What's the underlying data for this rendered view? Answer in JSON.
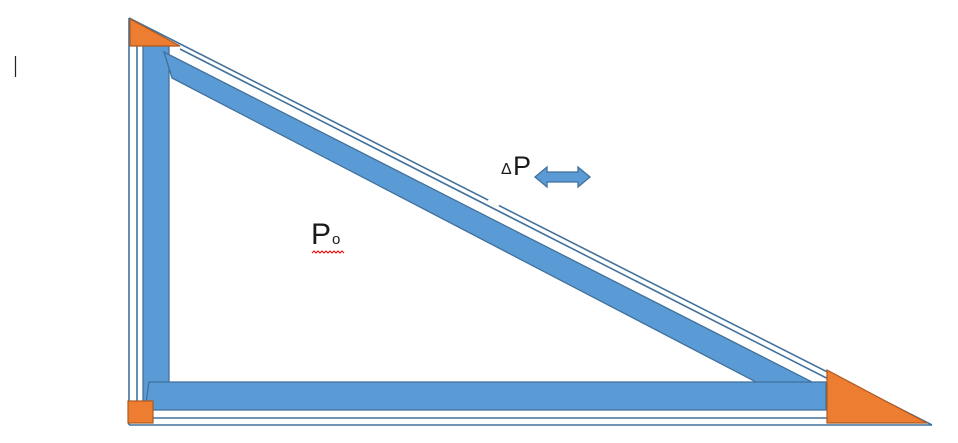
{
  "diagram": {
    "labels": {
      "delta_symbol": "Δ",
      "delta_p_letter": "P",
      "p_letter": "P",
      "p_subscript": "o"
    },
    "colors": {
      "beam_fill": "#5b9bd5",
      "beam_stroke": "#41719c",
      "corner_fill": "#ed7d31",
      "corner_stroke": "#ae5a21",
      "outline": "#41719c",
      "text": "#1a1a1a",
      "spellcheck_squiggle": "#ff0000"
    },
    "icons": {
      "arrow": "double-headed-horizontal-arrow"
    }
  }
}
